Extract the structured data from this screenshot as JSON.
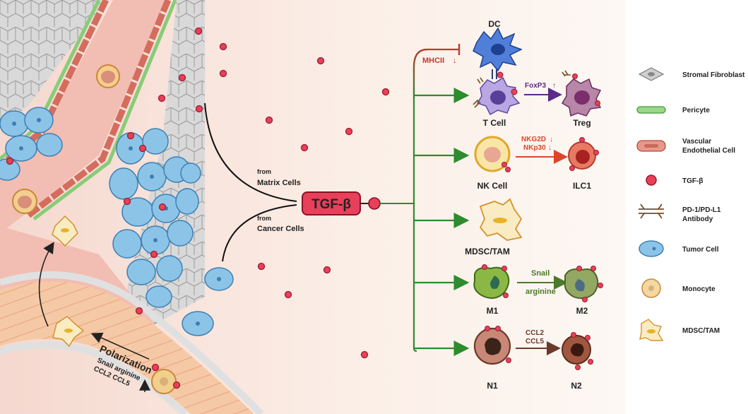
{
  "center": {
    "label": "TGF-β",
    "from_matrix_prefix": "from",
    "from_matrix": "Matrix Cells",
    "from_cancer_prefix": "from",
    "from_cancer": "Cancer Cells"
  },
  "cells": {
    "dc": "DC",
    "tcell": "T Cell",
    "treg": "Treg",
    "nkcell": "NK Cell",
    "ilc1": "ILC1",
    "mdsc_tam": "MDSC/TAM",
    "m1": "M1",
    "m2": "M2",
    "n1": "N1",
    "n2": "N2"
  },
  "arrow_labels": {
    "mhcii": "MHCII",
    "foxp3": "FoxP3",
    "nkg2d": "NKG2D",
    "nkp30": "NKp30",
    "snail": "Snail",
    "arginine": "arginine",
    "ccl2": "CCL2",
    "ccl5": "CCL5"
  },
  "polarization": {
    "title": "Polarization",
    "line1": "Snail arginine",
    "line2": "CCL2 CCL5"
  },
  "legend": [
    {
      "icon": "stromal-fibroblast-icon",
      "label": "Stromal Fibroblast"
    },
    {
      "icon": "pericyte-icon",
      "label": "Pericyte"
    },
    {
      "icon": "vascular-endothelial-cell-icon",
      "label": "Vascular",
      "label2": "Endothelial Cell"
    },
    {
      "icon": "tgf-beta-icon",
      "label": "TGF-β"
    },
    {
      "icon": "antibody-icon",
      "label": "PD-1/PD-L1",
      "label2": "Antibody"
    },
    {
      "icon": "tumor-cell-icon",
      "label": "Tumor Cell"
    },
    {
      "icon": "monocyte-icon",
      "label": "Monocyte"
    },
    {
      "icon": "mdsc-tam-icon",
      "label": "MDSC/TAM"
    }
  ],
  "colors": {
    "tgf": "#e8405a",
    "green_arrow": "#2e8b2e",
    "red_inhibit": "#c0392b",
    "purple": "#5b2a86",
    "nk_arrow": "#d9472b",
    "m_arrow": "#4d7a2a",
    "n_arrow": "#6b3a2a",
    "tumor": "#8cc4e8",
    "stroma": "#cfcfcf"
  }
}
